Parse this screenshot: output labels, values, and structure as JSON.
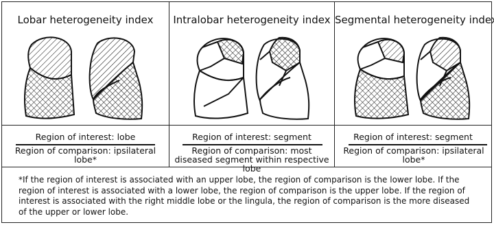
{
  "columns": [
    {
      "title": "Lobar heterogeneity index",
      "roi": "Region of interest: lobe",
      "roc": "Region of comparison: ipsilateral lobe*",
      "figure": "lobar"
    },
    {
      "title": "Intralobar heterogeneity index",
      "roi": "Region of interest: segment",
      "roc": "Region of comparison: most diseased segment within respective lobe",
      "figure": "intralobar"
    },
    {
      "title": "Segmental heterogeneity index",
      "roi": "Region of interest: segment",
      "roc": "Region of comparison: ipsilateral lobe*",
      "figure": "segmental"
    }
  ],
  "footnote": "*If the region of interest is associated with an upper lobe, the region of comparison is the lower lobe. If the region of interest is associated with a lower lobe, the region of comparison is the upper lobe. If the region of interest is associated with the right middle lobe or the lingula, the region of comparison is the more diseased of the upper or lower lobe."
}
